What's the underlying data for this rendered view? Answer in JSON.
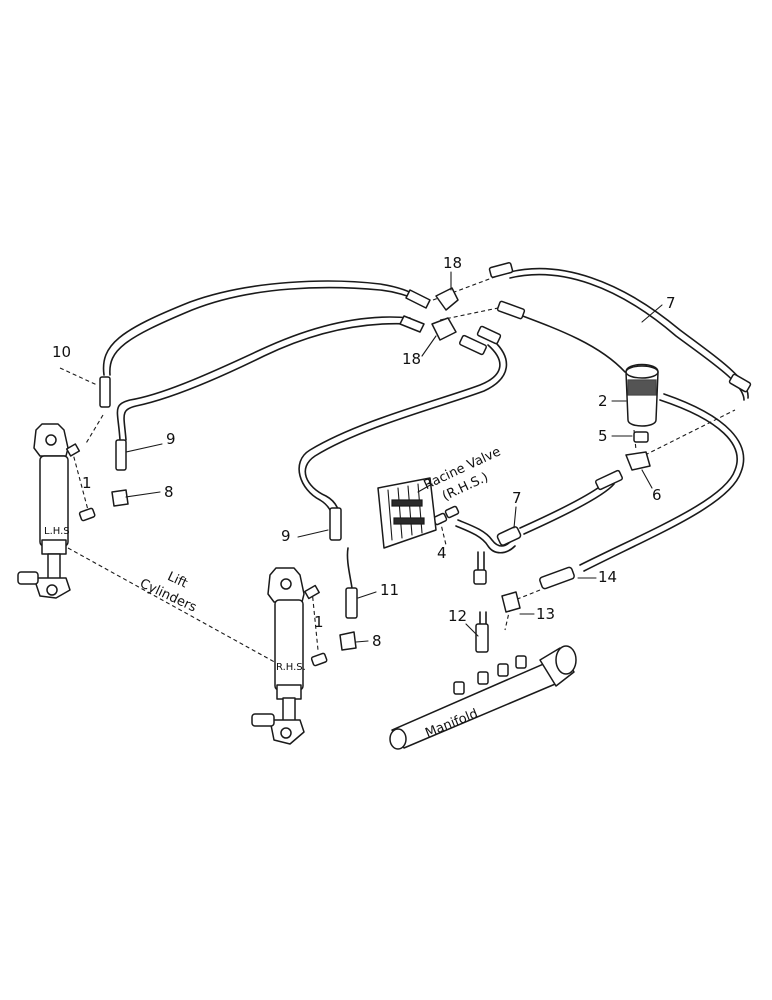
{
  "callouts": {
    "c1a": "1",
    "c1b": "1",
    "c2": "2",
    "c4": "4",
    "c5": "5",
    "c6": "6",
    "c7a": "7",
    "c7b": "7",
    "c8a": "8",
    "c8b": "8",
    "c9a": "9",
    "c9b": "9",
    "c10": "10",
    "c11": "11",
    "c12": "12",
    "c13": "13",
    "c14": "14",
    "c18a": "18",
    "c18b": "18"
  },
  "labels": {
    "lhs": "L.H.S",
    "rhs": "R.H.S.",
    "lift_cylinders_line1": "Lift",
    "lift_cylinders_line2": "Cylinders",
    "racine_valve_line1": "Racine Valve",
    "racine_valve_line2": "(R.H.S.)",
    "manifold": "Manifold"
  }
}
